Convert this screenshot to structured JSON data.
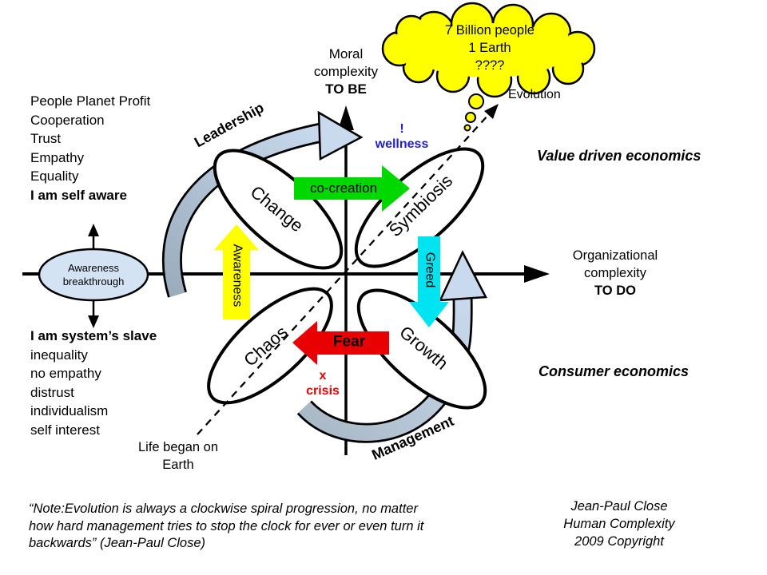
{
  "axes": {
    "vertical": {
      "l1": "Moral",
      "l2": "complexity",
      "l3": "TO BE"
    },
    "horizontal": {
      "l1": "Organizational",
      "l2": "complexity",
      "l3": "TO DO"
    }
  },
  "cloud": {
    "l1": "7 Billion people",
    "l2": "1 Earth",
    "l3": "????"
  },
  "evolution_label": "Evolution",
  "economics": {
    "value": "Value driven economics",
    "consumer": "Consumer economics"
  },
  "upper_left_list": {
    "items": [
      "People Planet Profit",
      "Cooperation",
      "Trust",
      "Empathy",
      "Equality"
    ],
    "bold_item": "I am self aware"
  },
  "lower_left_list": {
    "bold_item": "I am system’s  slave",
    "items": [
      "inequality",
      "no empathy",
      "distrust",
      "individualism",
      "self interest"
    ]
  },
  "awareness_breakthrough": {
    "l1": "Awareness",
    "l2": "breakthrough"
  },
  "life_began": {
    "l1": "Life began on",
    "l2": "Earth"
  },
  "ellipses": {
    "top_left": "Change",
    "top_right": "Symbiosis",
    "bottom_left": "Chaos",
    "bottom_right": "Growth"
  },
  "arrows": {
    "co_creation": "co-creation",
    "greed": "Greed",
    "fear": "Fear",
    "awareness": "Awareness",
    "leadership": "Leadership",
    "management": "Management"
  },
  "notes": {
    "wellness_mark": "!",
    "wellness": "wellness",
    "crisis_mark": "x",
    "crisis": "crisis"
  },
  "quote": {
    "l1": "“Note:Evolution is always a clockwise spiral progression, no matter",
    "l2": "how hard management tries to stop the clock for ever or even turn it",
    "l3": "backwards” (Jean-Paul Close)"
  },
  "credit": {
    "l1": "Jean-Paul Close",
    "l2": "Human Complexity",
    "l3": "2009 Copyright"
  },
  "colors": {
    "co_creation_arrow": "#00d800",
    "greed_arrow": "#00e4f2",
    "fear_arrow": "#e90000",
    "awareness_arrow": "#ffff00",
    "wellness_text": "#2222cc",
    "crisis_text": "#ee0000",
    "curved_arrow_light": "#c9daee",
    "curved_arrow_gray": "#9aabbc",
    "cloud_fill": "#ffff00",
    "awareness_ellipse_fill": "#d3e3f3"
  }
}
